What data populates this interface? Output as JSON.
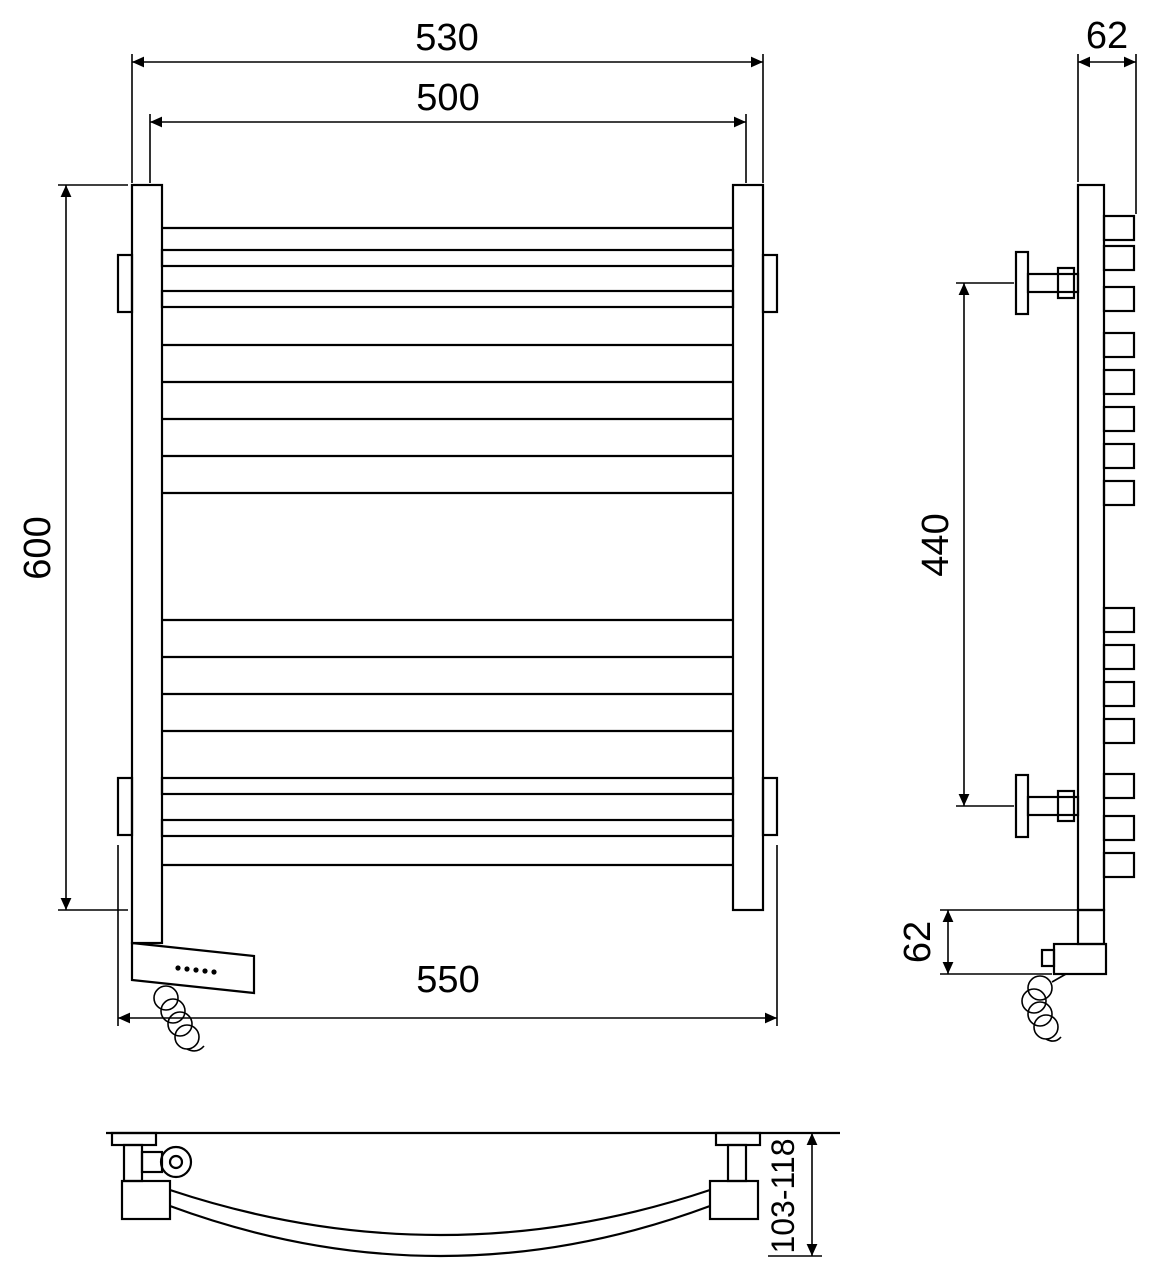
{
  "colors": {
    "line": "#000000",
    "bg": "#ffffff"
  },
  "front_view": {
    "dim_overall_width": "530",
    "dim_inner_width": "500",
    "dim_height": "600",
    "dim_mount_width": "550"
  },
  "side_view": {
    "dim_depth_top": "62",
    "dim_mount_span": "440",
    "dim_depth_bottom": "62"
  },
  "bottom_view": {
    "dim_wall_clearance": "103-118"
  }
}
